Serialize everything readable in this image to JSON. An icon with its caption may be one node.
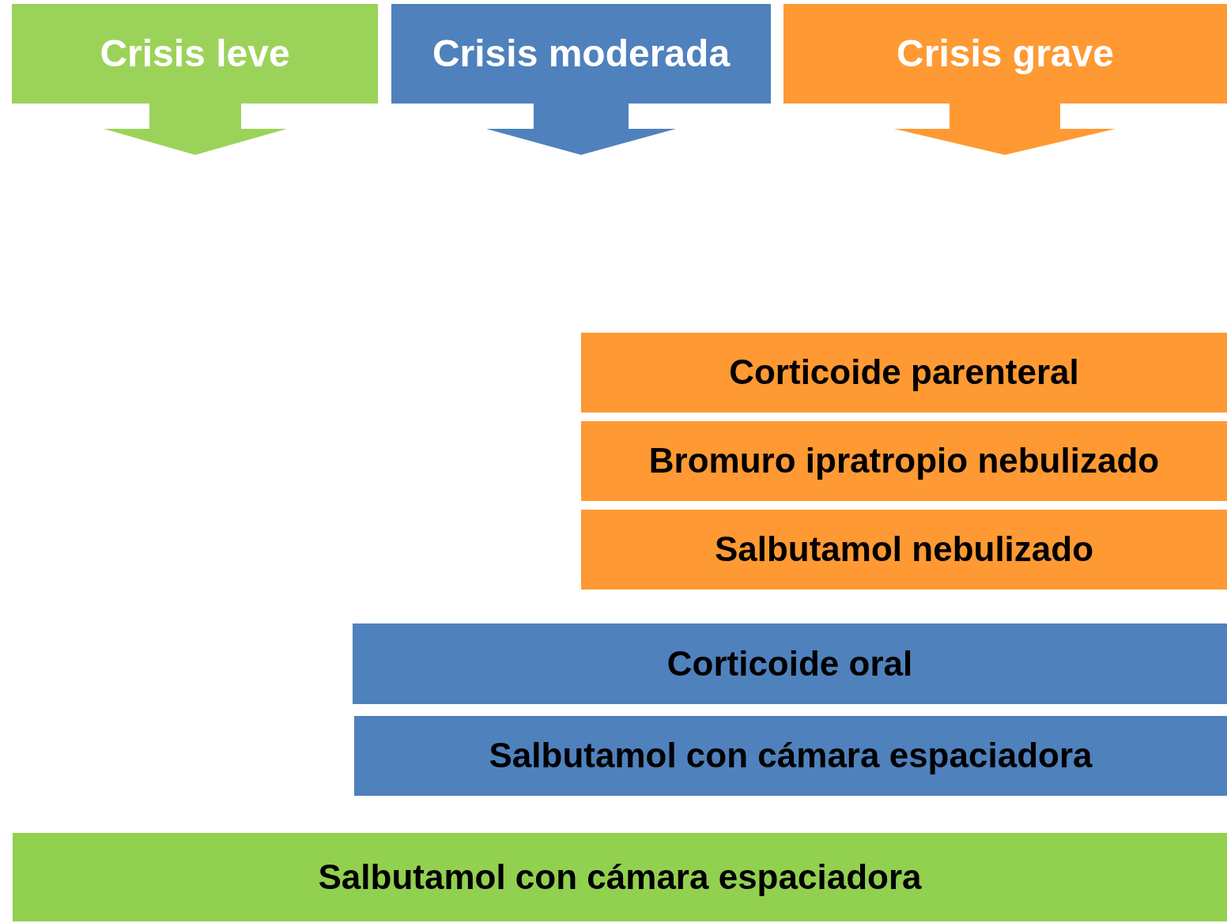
{
  "diagram": {
    "nodes": [
      {
        "text": [
          "Crisis leve"
        ]
      },
      {
        "text": [
          "Crisis moderada"
        ]
      },
      {
        "text": [
          "Crisis grave"
        ]
      },
      {
        "text": [
          "Corticoide parenteral"
        ]
      },
      {
        "text": [
          "Bromuro ipratropio nebulizado"
        ]
      },
      {
        "text": [
          "Salbutamol nebulizado"
        ]
      },
      {
        "text": [
          "Corticoide oral"
        ]
      },
      {
        "text": [
          "Salbutamol con cámara espaciadora"
        ]
      },
      {
        "text": [
          "Salbutamol con cámara espaciadora"
        ]
      }
    ]
  }
}
